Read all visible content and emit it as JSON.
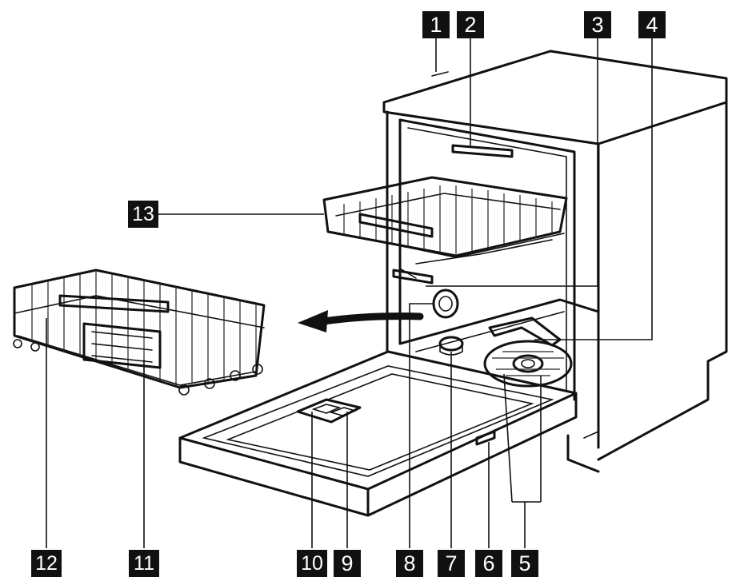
{
  "callouts": {
    "c1": "1",
    "c2": "2",
    "c3": "3",
    "c4": "4",
    "c5": "5",
    "c6": "6",
    "c7": "7",
    "c8": "8",
    "c9": "9",
    "c10": "10",
    "c11": "11",
    "c12": "12",
    "c13": "13"
  },
  "colors": {
    "ink": "#111111",
    "paper": "#ffffff"
  }
}
